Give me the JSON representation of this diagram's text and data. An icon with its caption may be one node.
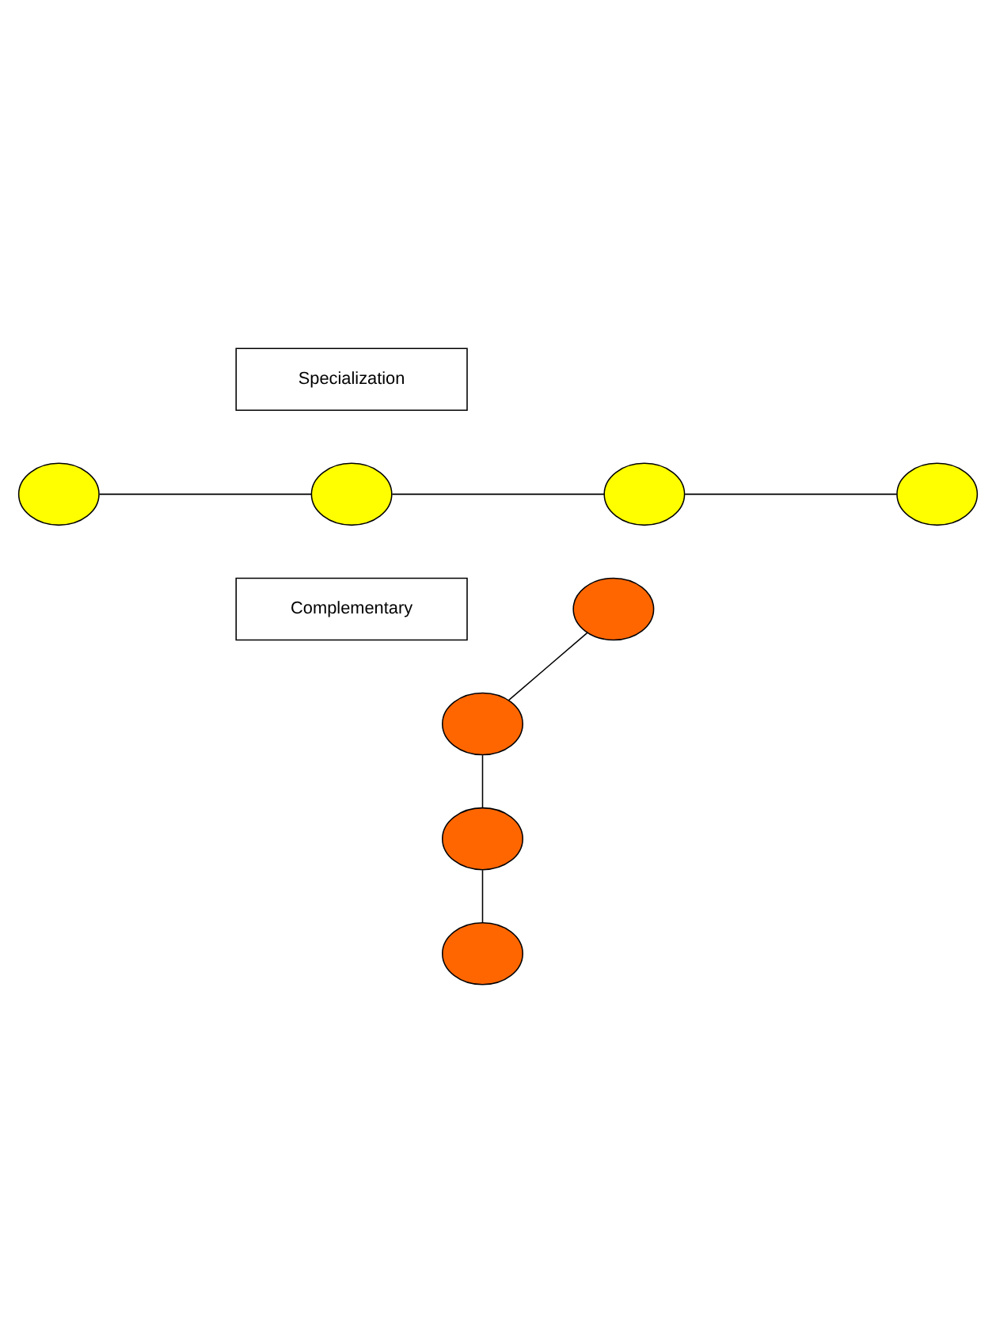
{
  "diagram": {
    "nodes": [
      {
        "text": [
          "Specialization"
        ]
      },
      {
        "text": [],
        "shape": "ellipse"
      },
      {
        "text": [],
        "shape": "ellipse"
      },
      {
        "text": [],
        "shape": "ellipse"
      },
      {
        "text": [],
        "shape": "ellipse"
      },
      {
        "text": [
          "Complementary"
        ]
      },
      {
        "text": [],
        "shape": "ellipse"
      },
      {
        "text": [],
        "shape": "ellipse"
      },
      {
        "text": [],
        "shape": "ellipse"
      },
      {
        "text": [],
        "shape": "ellipse"
      }
    ],
    "edges": [
      {
        "from": 1,
        "to": 2,
        "arrow": "none"
      },
      {
        "from": 2,
        "to": 3,
        "arrow": "none"
      },
      {
        "from": 3,
        "to": 4,
        "arrow": "none"
      },
      {
        "from": 6,
        "to": 7,
        "arrow": "none"
      },
      {
        "from": 7,
        "to": 8,
        "arrow": "none"
      },
      {
        "from": 8,
        "to": 9,
        "arrow": "none"
      }
    ]
  }
}
